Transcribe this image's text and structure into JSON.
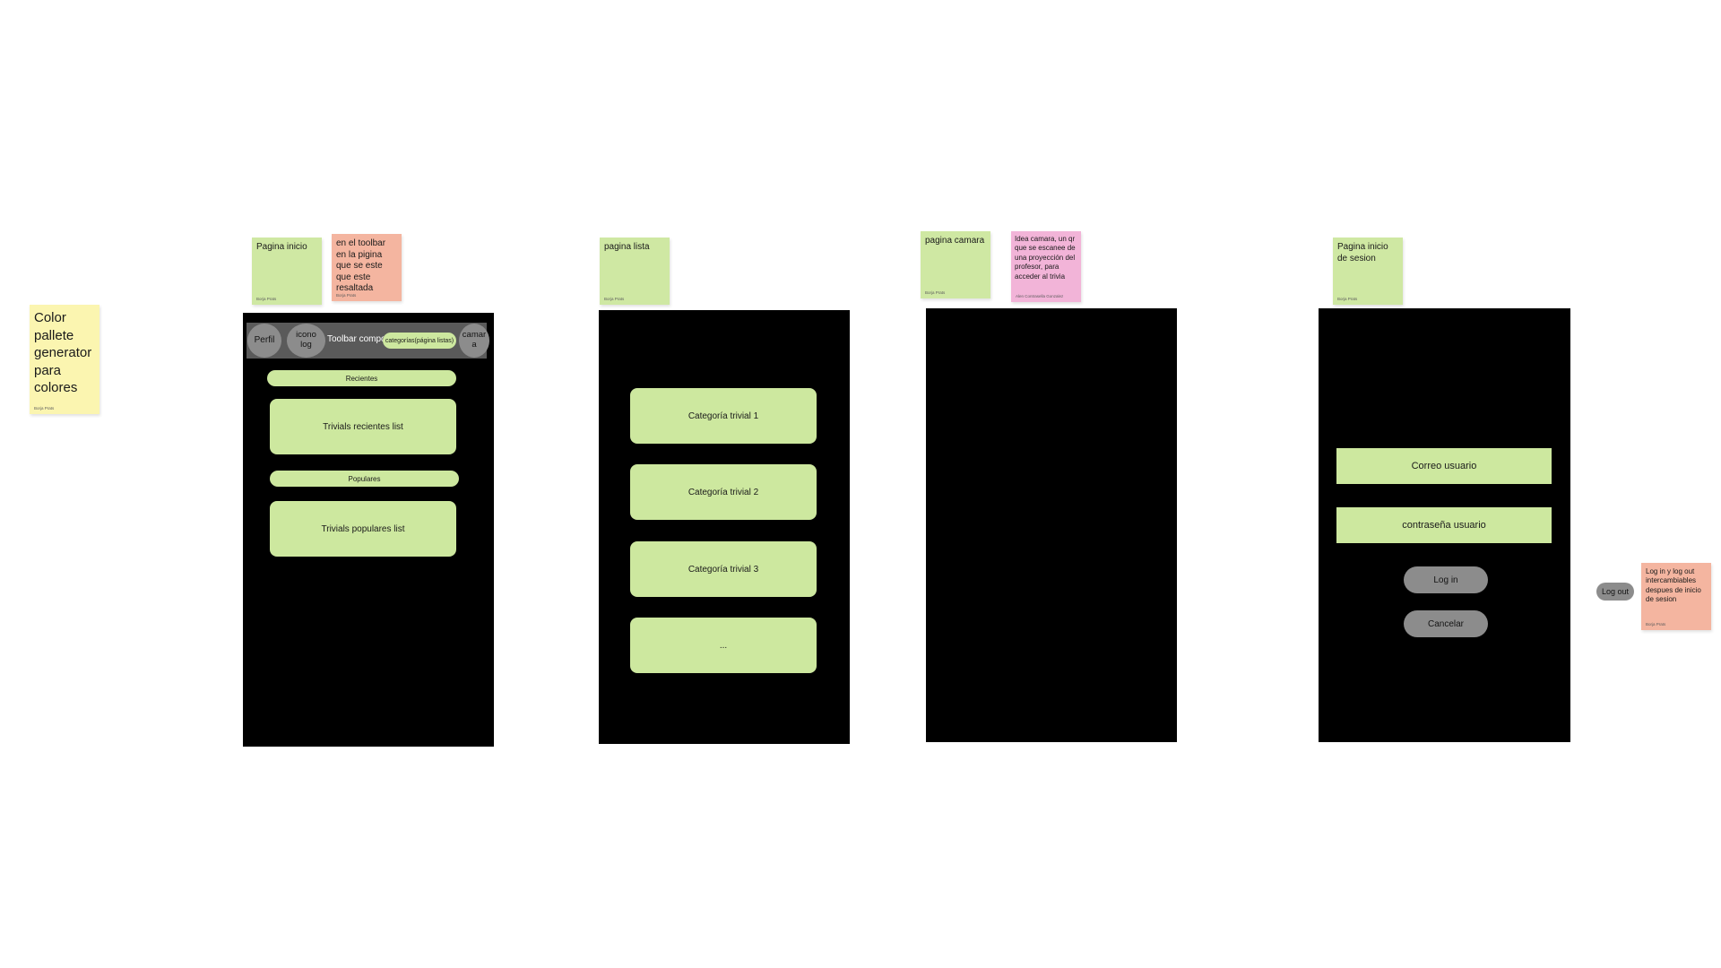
{
  "colors": {
    "canvas_bg": "#ffffff",
    "phone_bg": "#000000",
    "accent_green": "#cde89f",
    "sticky_green": "#cfe8a3",
    "sticky_salmon": "#f4b5a0",
    "sticky_pink": "#f2b4d8",
    "sticky_yellow": "#fbf5b0",
    "button_gray": "#8c8c8c",
    "toolbar_gray": "#5a5a5a"
  },
  "notes": {
    "palette": {
      "text": "Color\npallete\ngenerator\npara\ncolores",
      "author": "Borja Prats"
    },
    "inicio": {
      "text": "Pagina inicio",
      "author": "Borja Prats"
    },
    "toolbar_note": {
      "text": "en el toolbar en la pigina que se este que este resaltada",
      "author": "Borja Prats"
    },
    "lista": {
      "text": "pagina lista",
      "author": "Borja Prats"
    },
    "camara": {
      "text": "pagina camara",
      "author": "Borja Prats"
    },
    "camara_idea": {
      "text": "Idea camara, un qr que se escanee de una proyección del profesor, para acceder al trivia",
      "author": "Alen Contrasella Gonzalez"
    },
    "login": {
      "text": "Pagina inicio de sesion",
      "author": "Borja Prats"
    },
    "logout_note": {
      "text": "Log in y log out intercambiables despues de inicio de sesion",
      "author": "Borja Prats"
    }
  },
  "home_screen": {
    "toolbar": {
      "perfil": "Perfil",
      "icono_log": "icono\nlog",
      "label": "Toolbar compo",
      "categorias": "categorías(página listas)",
      "camara": "camar\na"
    },
    "recientes_header": "Recientes",
    "recientes_list": "Trivials recientes list",
    "populares_header": "Populares",
    "populares_list": "Trivials populares list"
  },
  "list_screen": {
    "items": [
      "Categoría trivial 1",
      "Categoría trivial 2",
      "Categoría trivial 3",
      "..."
    ]
  },
  "login_screen": {
    "email_field": "Correo usuario",
    "password_field": "contraseña usuario",
    "login_button": "Log in",
    "cancel_button": "Cancelar"
  },
  "logout_button": "Log out"
}
